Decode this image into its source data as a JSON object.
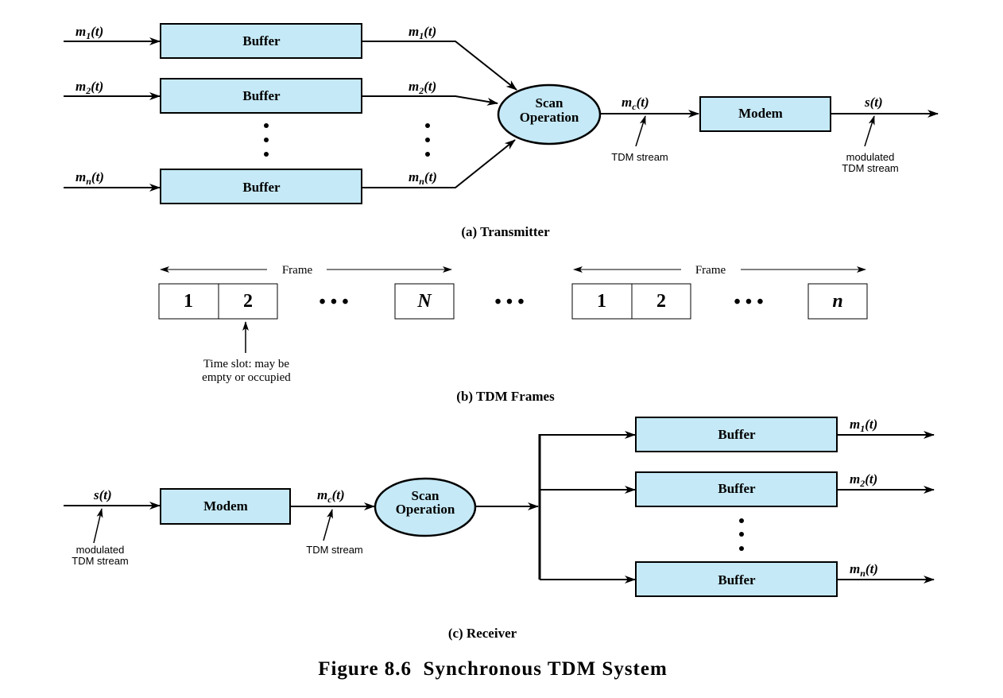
{
  "figure_title": "Figure 8.6  Synchronous TDM System",
  "colors": {
    "box_fill": "#c5e9f6",
    "stroke": "#000000"
  },
  "transmitter": {
    "caption": "(a) Transmitter",
    "inputs": [
      {
        "sig": "m",
        "sub": "1",
        "arg": "(t)"
      },
      {
        "sig": "m",
        "sub": "2",
        "arg": "(t)"
      },
      {
        "sig": "m",
        "sub": "n",
        "arg": "(t)"
      }
    ],
    "buffer_label": "Buffer",
    "scan_line1": "Scan",
    "scan_line2": "Operation",
    "mc": {
      "sig": "m",
      "sub": "c",
      "arg": "(t)"
    },
    "tdm_stream": "TDM stream",
    "modem": "Modem",
    "output": {
      "sig": "s",
      "arg": "(t)"
    },
    "modulated_line1": "modulated",
    "modulated_line2": "TDM stream"
  },
  "frames": {
    "caption": "(b) TDM Frames",
    "frame_label": "Frame",
    "slots_a": [
      "1",
      "2",
      "N"
    ],
    "slots_b": [
      "1",
      "2",
      "n"
    ],
    "ellipsis": "• • •",
    "slot_note_line1": "Time slot: may be",
    "slot_note_line2": "empty or occupied"
  },
  "receiver": {
    "caption": "(c) Receiver",
    "input": {
      "sig": "s",
      "arg": "(t)"
    },
    "modulated_line1": "modulated",
    "modulated_line2": "TDM stream",
    "modem": "Modem",
    "mc": {
      "sig": "m",
      "sub": "c",
      "arg": "(t)"
    },
    "tdm_stream": "TDM stream",
    "scan_line1": "Scan",
    "scan_line2": "Operation",
    "buffer_label": "Buffer",
    "outputs": [
      {
        "sig": "m",
        "sub": "1",
        "arg": "(t)"
      },
      {
        "sig": "m",
        "sub": "2",
        "arg": "(t)"
      },
      {
        "sig": "m",
        "sub": "n",
        "arg": "(t)"
      }
    ]
  }
}
